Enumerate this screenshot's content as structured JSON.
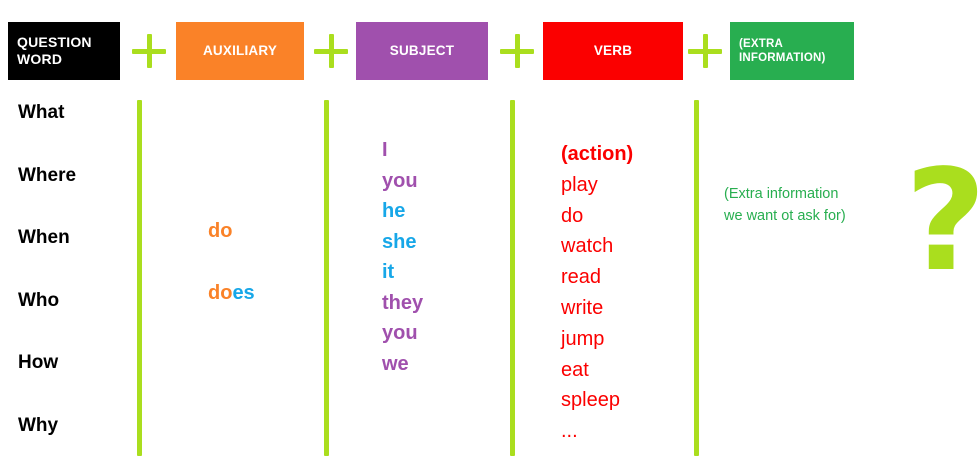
{
  "headers": [
    {
      "id": "question",
      "label": "QUESTION WORD",
      "color": "#000000",
      "align": "left"
    },
    {
      "id": "auxiliary",
      "label": "AUXILIARY",
      "color": "#fa8228",
      "align": "center"
    },
    {
      "id": "subject",
      "label": "SUBJECT",
      "color": "#a050ad",
      "align": "center"
    },
    {
      "id": "verb",
      "label": "VERB",
      "color": "#fb0000",
      "align": "center"
    },
    {
      "id": "extra",
      "label": "(EXTRA INFORMATION)",
      "color": "#28ae50",
      "align": "left"
    }
  ],
  "header_lines": {
    "question_l1": "QUESTION",
    "question_l2": "WORD",
    "auxiliary": "AUXILIARY",
    "subject": "SUBJECT",
    "extra_l1": "(EXTRA",
    "extra_l2": "INFORMATION)",
    "verb": "VERB"
  },
  "connector": {
    "symbol": "+",
    "color": "#aade1e",
    "count": 4
  },
  "divider": {
    "color": "#aade1e",
    "count": 4
  },
  "columns": {
    "question_words": {
      "items": [
        "What",
        "Where",
        "When",
        "Who",
        "How",
        "Why"
      ],
      "color": "#000000"
    },
    "auxiliary": {
      "items": [
        {
          "head": "do",
          "tail": "",
          "head_color": "#fa8228",
          "tail_color": "#17a7e8"
        },
        {
          "head": "do",
          "tail": "es",
          "head_color": "#fa8228",
          "tail_color": "#17a7e8"
        }
      ]
    },
    "subjects": {
      "items": [
        {
          "text": "I",
          "color": "#a050ad",
          "group": "purple"
        },
        {
          "text": "you",
          "color": "#a050ad",
          "group": "purple"
        },
        {
          "text": "he",
          "color": "#17a7e8",
          "group": "blue"
        },
        {
          "text": "she",
          "color": "#17a7e8",
          "group": "blue"
        },
        {
          "text": "it",
          "color": "#17a7e8",
          "group": "blue"
        },
        {
          "text": "they",
          "color": "#a050ad",
          "group": "purple"
        },
        {
          "text": "you",
          "color": "#a050ad",
          "group": "purple"
        },
        {
          "text": "we",
          "color": "#a050ad",
          "group": "purple"
        }
      ]
    },
    "verbs": {
      "color": "#fb0000",
      "items": [
        {
          "text": "(action)",
          "bold": true
        },
        {
          "text": "play",
          "bold": false
        },
        {
          "text": "do",
          "bold": false
        },
        {
          "text": "watch",
          "bold": false
        },
        {
          "text": "read",
          "bold": false
        },
        {
          "text": "write",
          "bold": false
        },
        {
          "text": "jump",
          "bold": false
        },
        {
          "text": "eat",
          "bold": false
        },
        {
          "text": "spleep",
          "bold": false
        },
        {
          "text": "...",
          "bold": false
        }
      ]
    },
    "extra_information": {
      "line1": "(Extra information",
      "line2": "we want ot ask for)",
      "color": "#28ae50"
    }
  },
  "question_mark": {
    "glyph": "?",
    "color": "#aade1e"
  }
}
